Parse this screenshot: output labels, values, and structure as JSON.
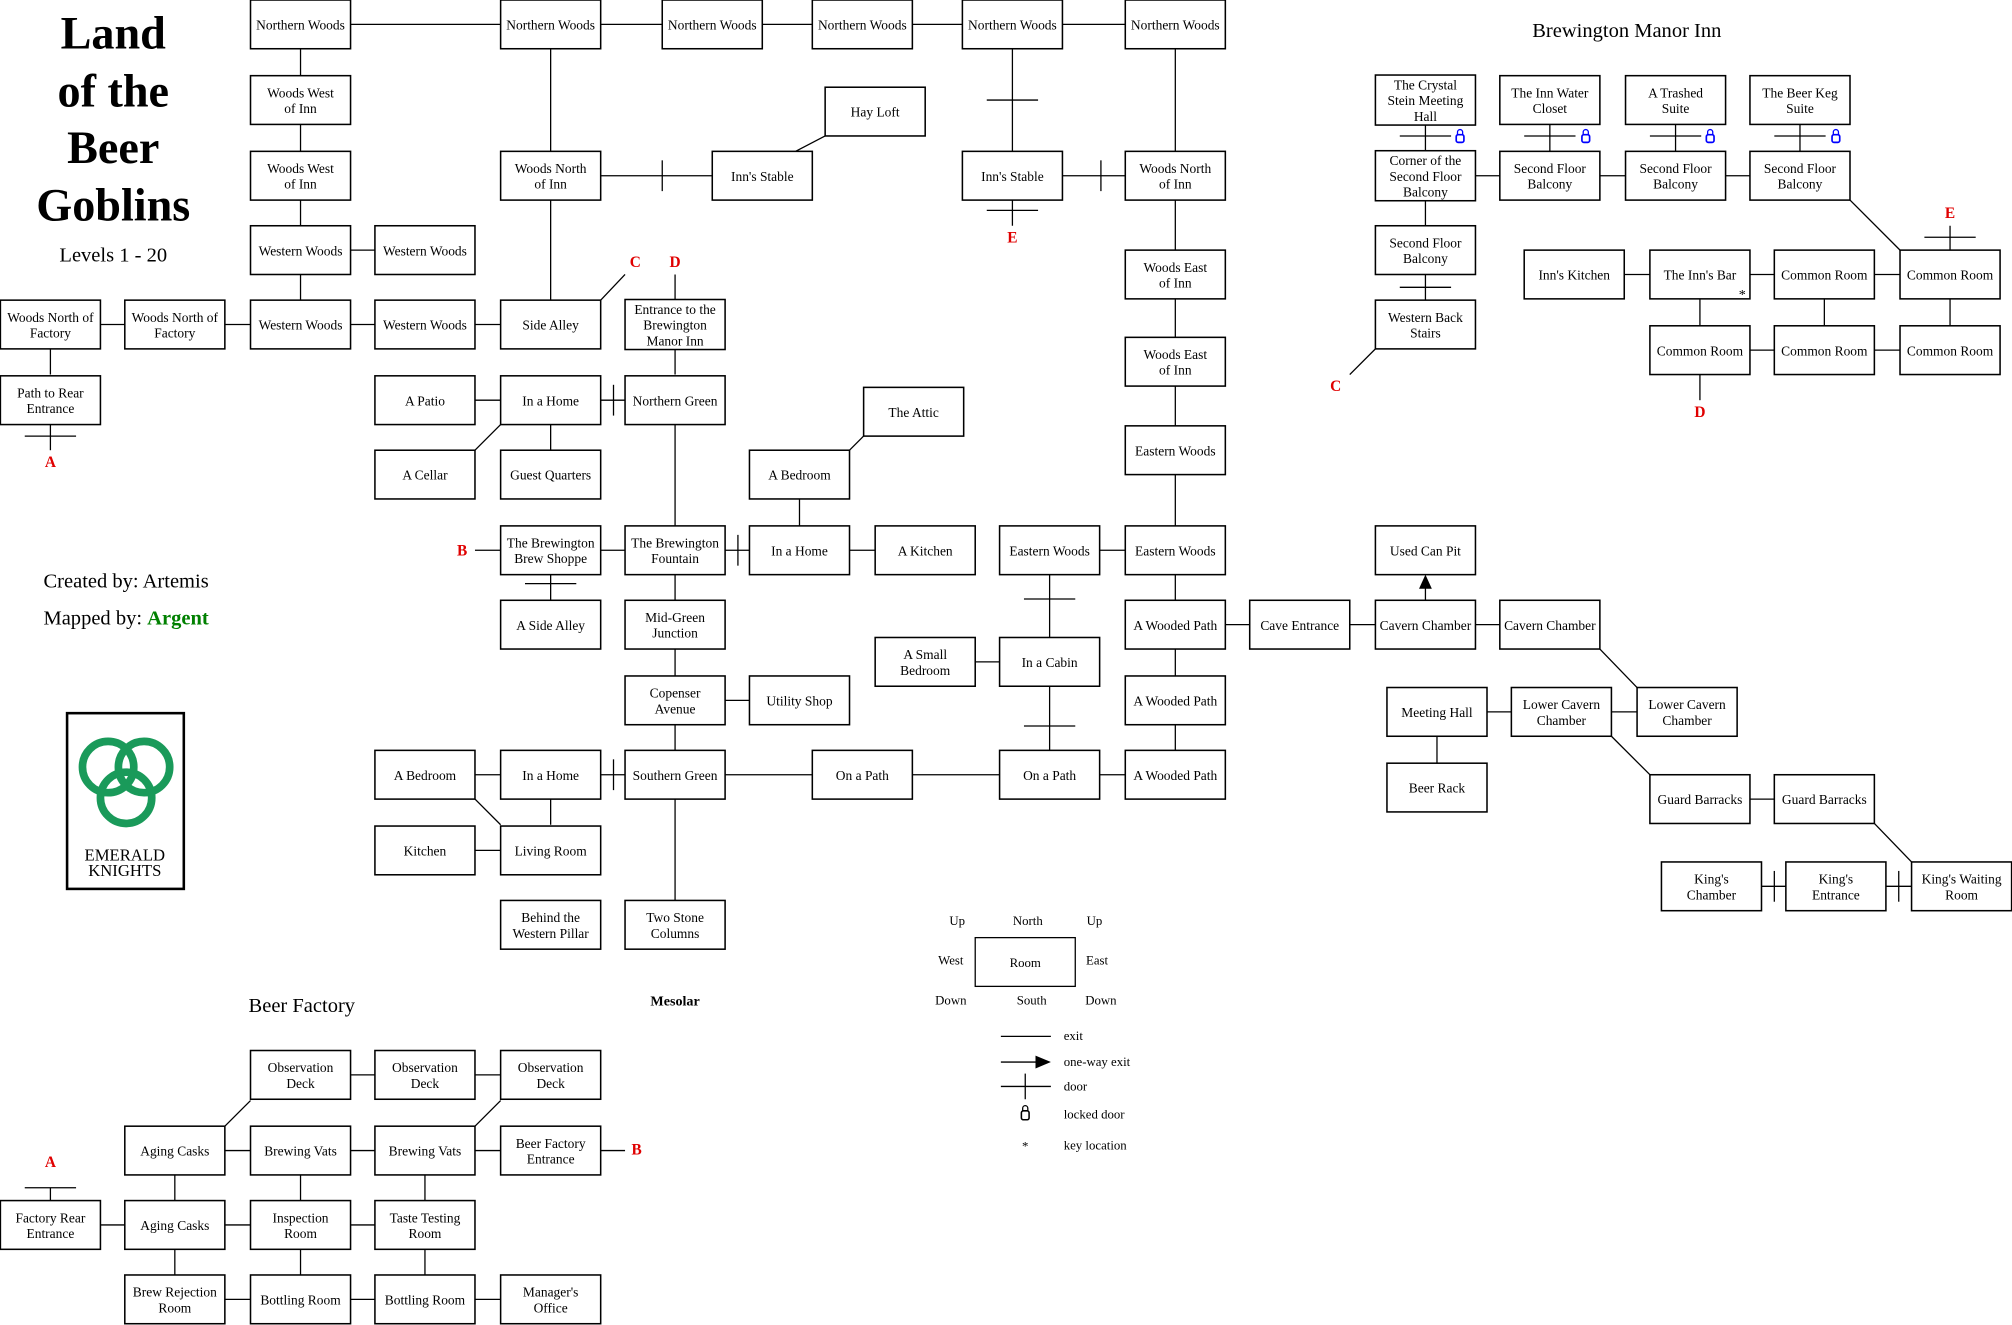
{
  "title": {
    "line1": "Land",
    "line2": "of the",
    "line3": "Beer",
    "line4": "Goblins",
    "levels": "Levels 1 - 20"
  },
  "credits": {
    "created": "Created by: Artemis",
    "mapped_prefix": "Mapped by: ",
    "mapped_name": "Argent"
  },
  "logo": {
    "text1": "EMERALD",
    "text2": "KNIGHTS"
  },
  "section_titles": {
    "inn": "Brewington Manor Inn",
    "factory": "Beer Factory",
    "mesolar": "Mesolar"
  },
  "colors": {
    "marker": "#e00000",
    "lock": "#0000ff",
    "argent": "#008000",
    "logo": "#1a9a5a"
  },
  "markers": [
    "A",
    "A",
    "B",
    "B",
    "C",
    "C",
    "D",
    "D",
    "E",
    "E"
  ],
  "rooms": [
    "Northern Woods",
    "Northern Woods",
    "Northern Woods",
    "Northern Woods",
    "Northern Woods",
    "Northern Woods",
    "Hay Loft",
    "Woods West\nof Inn",
    "Woods West\nof Inn",
    "Woods North\nof Inn",
    "Inn's Stable",
    "Inn's Stable",
    "Woods North\nof Inn",
    "Western Woods",
    "Western Woods",
    "Western Woods",
    "Western Woods",
    "Woods North of\nFactory",
    "Woods North of\nFactory",
    "Path to Rear\nEntrance",
    "Side Alley",
    "Entrance to the\nBrewington\nManor Inn",
    "Woods East\nof Inn",
    "Woods East\nof Inn",
    "Eastern Woods",
    "A Patio",
    "In a Home",
    "Northern Green",
    "A Cellar",
    "Guest Quarters",
    "The Attic",
    "A Bedroom",
    "The Brewington\nBrew Shoppe",
    "The Brewington\nFountain",
    "In a Home",
    "A Kitchen",
    "Eastern Woods",
    "Eastern Woods",
    "A Side Alley",
    "Mid-Green\nJunction",
    "A Wooded Path",
    "Cave Entrance",
    "Cavern Chamber",
    "Cavern Chamber",
    "Used Can Pit",
    "A Small\nBedroom",
    "In a Cabin",
    "Copenser\nAvenue",
    "Utility Shop",
    "A Wooded Path",
    "A Bedroom",
    "In a Home",
    "Southern Green",
    "On a Path",
    "On a Path",
    "A Wooded Path",
    "Kitchen",
    "Living Room",
    "Behind the\nWestern Pillar",
    "Two Stone\nColumns",
    "Meeting Hall",
    "Lower Cavern\nChamber",
    "Lower Cavern\nChamber",
    "Beer Rack",
    "Guard Barracks",
    "Guard Barracks",
    "King's\nChamber",
    "King's\nEntrance",
    "King's Waiting\nRoom",
    "The Crystal\nStein Meeting\nHall",
    "The Inn Water\nCloset",
    "A Trashed\nSuite",
    "The Beer Keg\nSuite",
    "Corner of the\nSecond Floor\nBalcony",
    "Second Floor\nBalcony",
    "Second Floor\nBalcony",
    "Second Floor\nBalcony",
    "Second Floor\nBalcony",
    "Western Back\nStairs",
    "Inn's Kitchen",
    "The Inn's Bar",
    "Common Room",
    "Common Room",
    "Common Room",
    "Common Room",
    "Common Room",
    "Observation\nDeck",
    "Observation\nDeck",
    "Observation\nDeck",
    "Aging Casks",
    "Brewing Vats",
    "Brewing Vats",
    "Beer Factory\nEntrance",
    "Factory Rear\nEntrance",
    "Aging Casks",
    "Inspection\nRoom",
    "Taste Testing\nRoom",
    "Brew Rejection\nRoom",
    "Bottling Room",
    "Bottling Room",
    "Manager's\nOffice"
  ],
  "legend": {
    "room": "Room",
    "north": "North",
    "south": "South",
    "east": "East",
    "west": "West",
    "up_left": "Up",
    "up_right": "Up",
    "down_left": "Down",
    "down_right": "Down",
    "exit": "exit",
    "one_way": "one-way exit",
    "door": "door",
    "locked": "locked door",
    "key": "key location"
  }
}
